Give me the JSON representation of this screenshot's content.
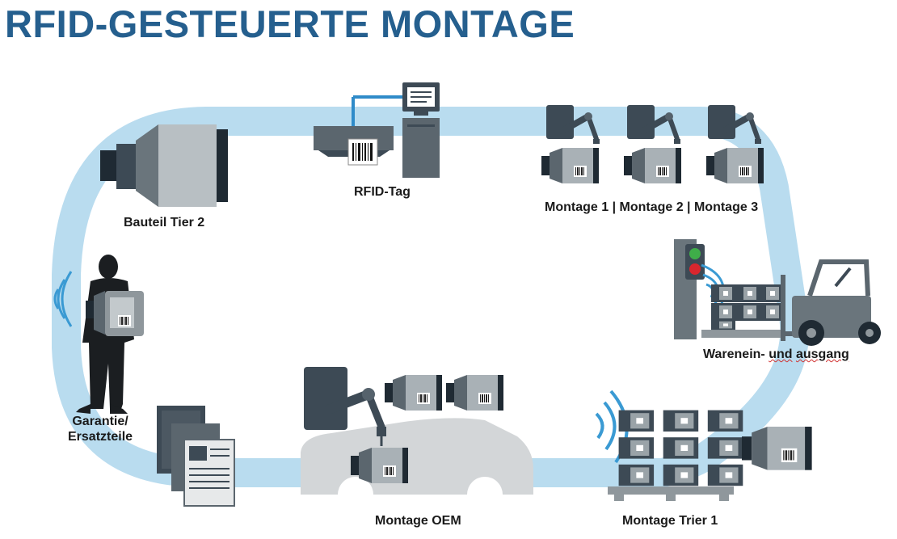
{
  "title": "RFID-GESTEUERTE MONTAGE",
  "labels": {
    "bauteil_tier2": "Bauteil Tier 2",
    "rfid_tag": "RFID-Tag",
    "montage_123": "Montage 1 | Montage 2 | Montage 3",
    "warenein": "Warenein-",
    "und": "und",
    "ausgang": "ausgang",
    "garantie_line1": "Garantie/",
    "garantie_line2": "Ersatzteile",
    "montage_oem": "Montage OEM",
    "montage_trier1": "Montage Trier 1"
  },
  "colors": {
    "title": "#255f8e",
    "loop": "#b9dcef",
    "rfid_wave": "#3a9ad3",
    "dark": "#3d4a55",
    "gray": "#8f979c",
    "light_gray": "#b8bfc3",
    "signal_green": "#3fae49",
    "signal_red": "#d9262e"
  },
  "icons": [
    "component-module-icon",
    "printer-icon",
    "computer-icon",
    "robot-arm-icon",
    "traffic-light-icon",
    "forklift-icon",
    "pallet-icon",
    "rfid-wave-icon",
    "worker-silhouette-icon",
    "documents-icon",
    "car-icon",
    "barcode-icon"
  ]
}
